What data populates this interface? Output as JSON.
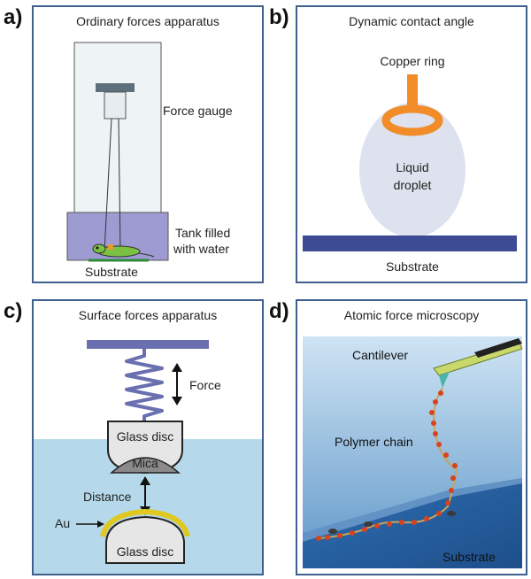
{
  "panels": {
    "a": {
      "letter": "a)",
      "title": "Ordinary forces apparatus",
      "force_gauge": "Force gauge",
      "tank_line1": "Tank filled",
      "tank_line2": "with water",
      "substrate": "Substrate"
    },
    "b": {
      "letter": "b)",
      "title": "Dynamic contact angle",
      "copper_ring": "Copper ring",
      "liquid_line1": "Liquid",
      "liquid_line2": "droplet",
      "substrate": "Substrate"
    },
    "c": {
      "letter": "c)",
      "title": "Surface forces apparatus",
      "force": "Force",
      "glass_disc_top": "Glass disc",
      "mica": "Mica",
      "distance": "Distance",
      "au": "Au",
      "glass_disc_bottom": "Glass disc"
    },
    "d": {
      "letter": "d)",
      "title": "Atomic force microscopy",
      "cantilever": "Cantilever",
      "polymer_chain": "Polymer chain",
      "substrate": "Substrate"
    }
  },
  "colors": {
    "panel_border": "#3f5f8f",
    "tank_water": "#9e9ad2",
    "copper": "#f28c28",
    "droplet": "#dde2ee",
    "substrate_bar": "#3d4b94",
    "spring": "#6a6fb0",
    "sfa_water": "#b5d9ea",
    "gold": "#e0c820",
    "afm_bg": "#2f6fb3"
  }
}
